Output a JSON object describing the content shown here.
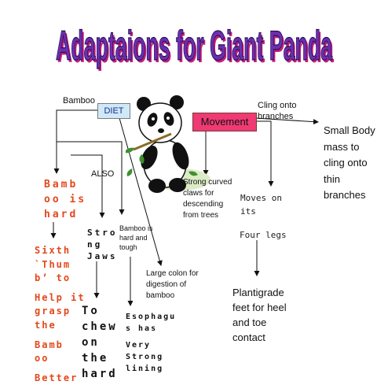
{
  "title": "Adaptaions for Giant Panda",
  "colors": {
    "title_fill": "#6b2fb0",
    "title_shadow": "#c2207a",
    "diet_box": "#cfe9f6",
    "movement_box": "#ef3a74",
    "red_text": "#e2481b"
  },
  "diet": {
    "box_label": "DIET",
    "bamboo_label": "Bamboo",
    "also_label": "ALSO",
    "bamboo_hard": [
      "Bamb",
      "oo is",
      "hard"
    ],
    "sixth_thumb": [
      "Sixth",
      "`Thum",
      "b’ to",
      "Help it",
      "grasp",
      "the",
      "Bamb",
      "oo",
      "Better"
    ],
    "strong_jaws": [
      "Stro",
      "ng",
      "Jaws"
    ],
    "to_chew": [
      "To",
      "chew",
      "on",
      "the",
      "hard"
    ],
    "bamboo_tough": [
      "Bamboo is",
      "hard and",
      "tough"
    ],
    "esophagus": [
      "Esophagu",
      "s has",
      "Very",
      "Strong",
      "lining"
    ],
    "large_colon": [
      "Large colon for",
      "digestion of",
      "bamboo"
    ]
  },
  "movement": {
    "box_label": "Movement",
    "cling_label": [
      "Cling onto",
      "branches"
    ],
    "small_body": [
      "Small Body",
      "mass to",
      "cling onto",
      "thin",
      "branches"
    ],
    "strong_claws": [
      "Strong curved",
      "claws for",
      "descending",
      "from trees"
    ],
    "moves_on": [
      "Moves on",
      "its"
    ],
    "four_legs": "Four legs",
    "plantigrade": [
      "Plantigrade",
      "feet for heel",
      "and toe",
      "contact"
    ]
  },
  "illustration": "panda-eating-bamboo"
}
